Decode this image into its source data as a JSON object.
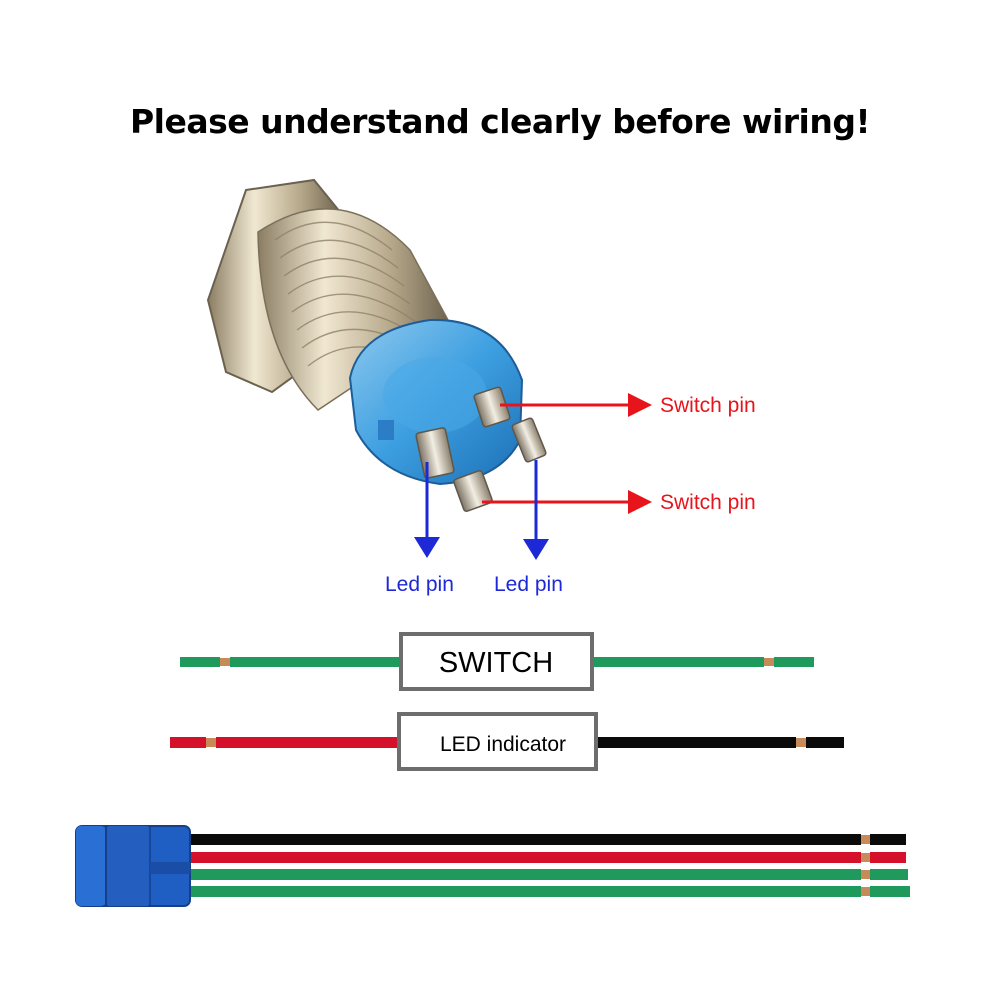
{
  "headline": "Please understand clearly before wiring!",
  "pin_labels": {
    "switch_pin_top": "Switch pin",
    "switch_pin_bottom": "Switch pin",
    "led_pin_left": "Led pin",
    "led_pin_right": "Led pin"
  },
  "wire_boxes": {
    "switch": "SWITCH",
    "led": "LED indicator"
  },
  "colors": {
    "switch_arrow": "#e8141b",
    "led_arrow": "#1d28d6",
    "wire_green": "#1f9a5c",
    "wire_red": "#d5102a",
    "wire_black": "#0a0a0a",
    "connector_blue": "#1f5fc4",
    "box_border": "#6d6d6d"
  }
}
